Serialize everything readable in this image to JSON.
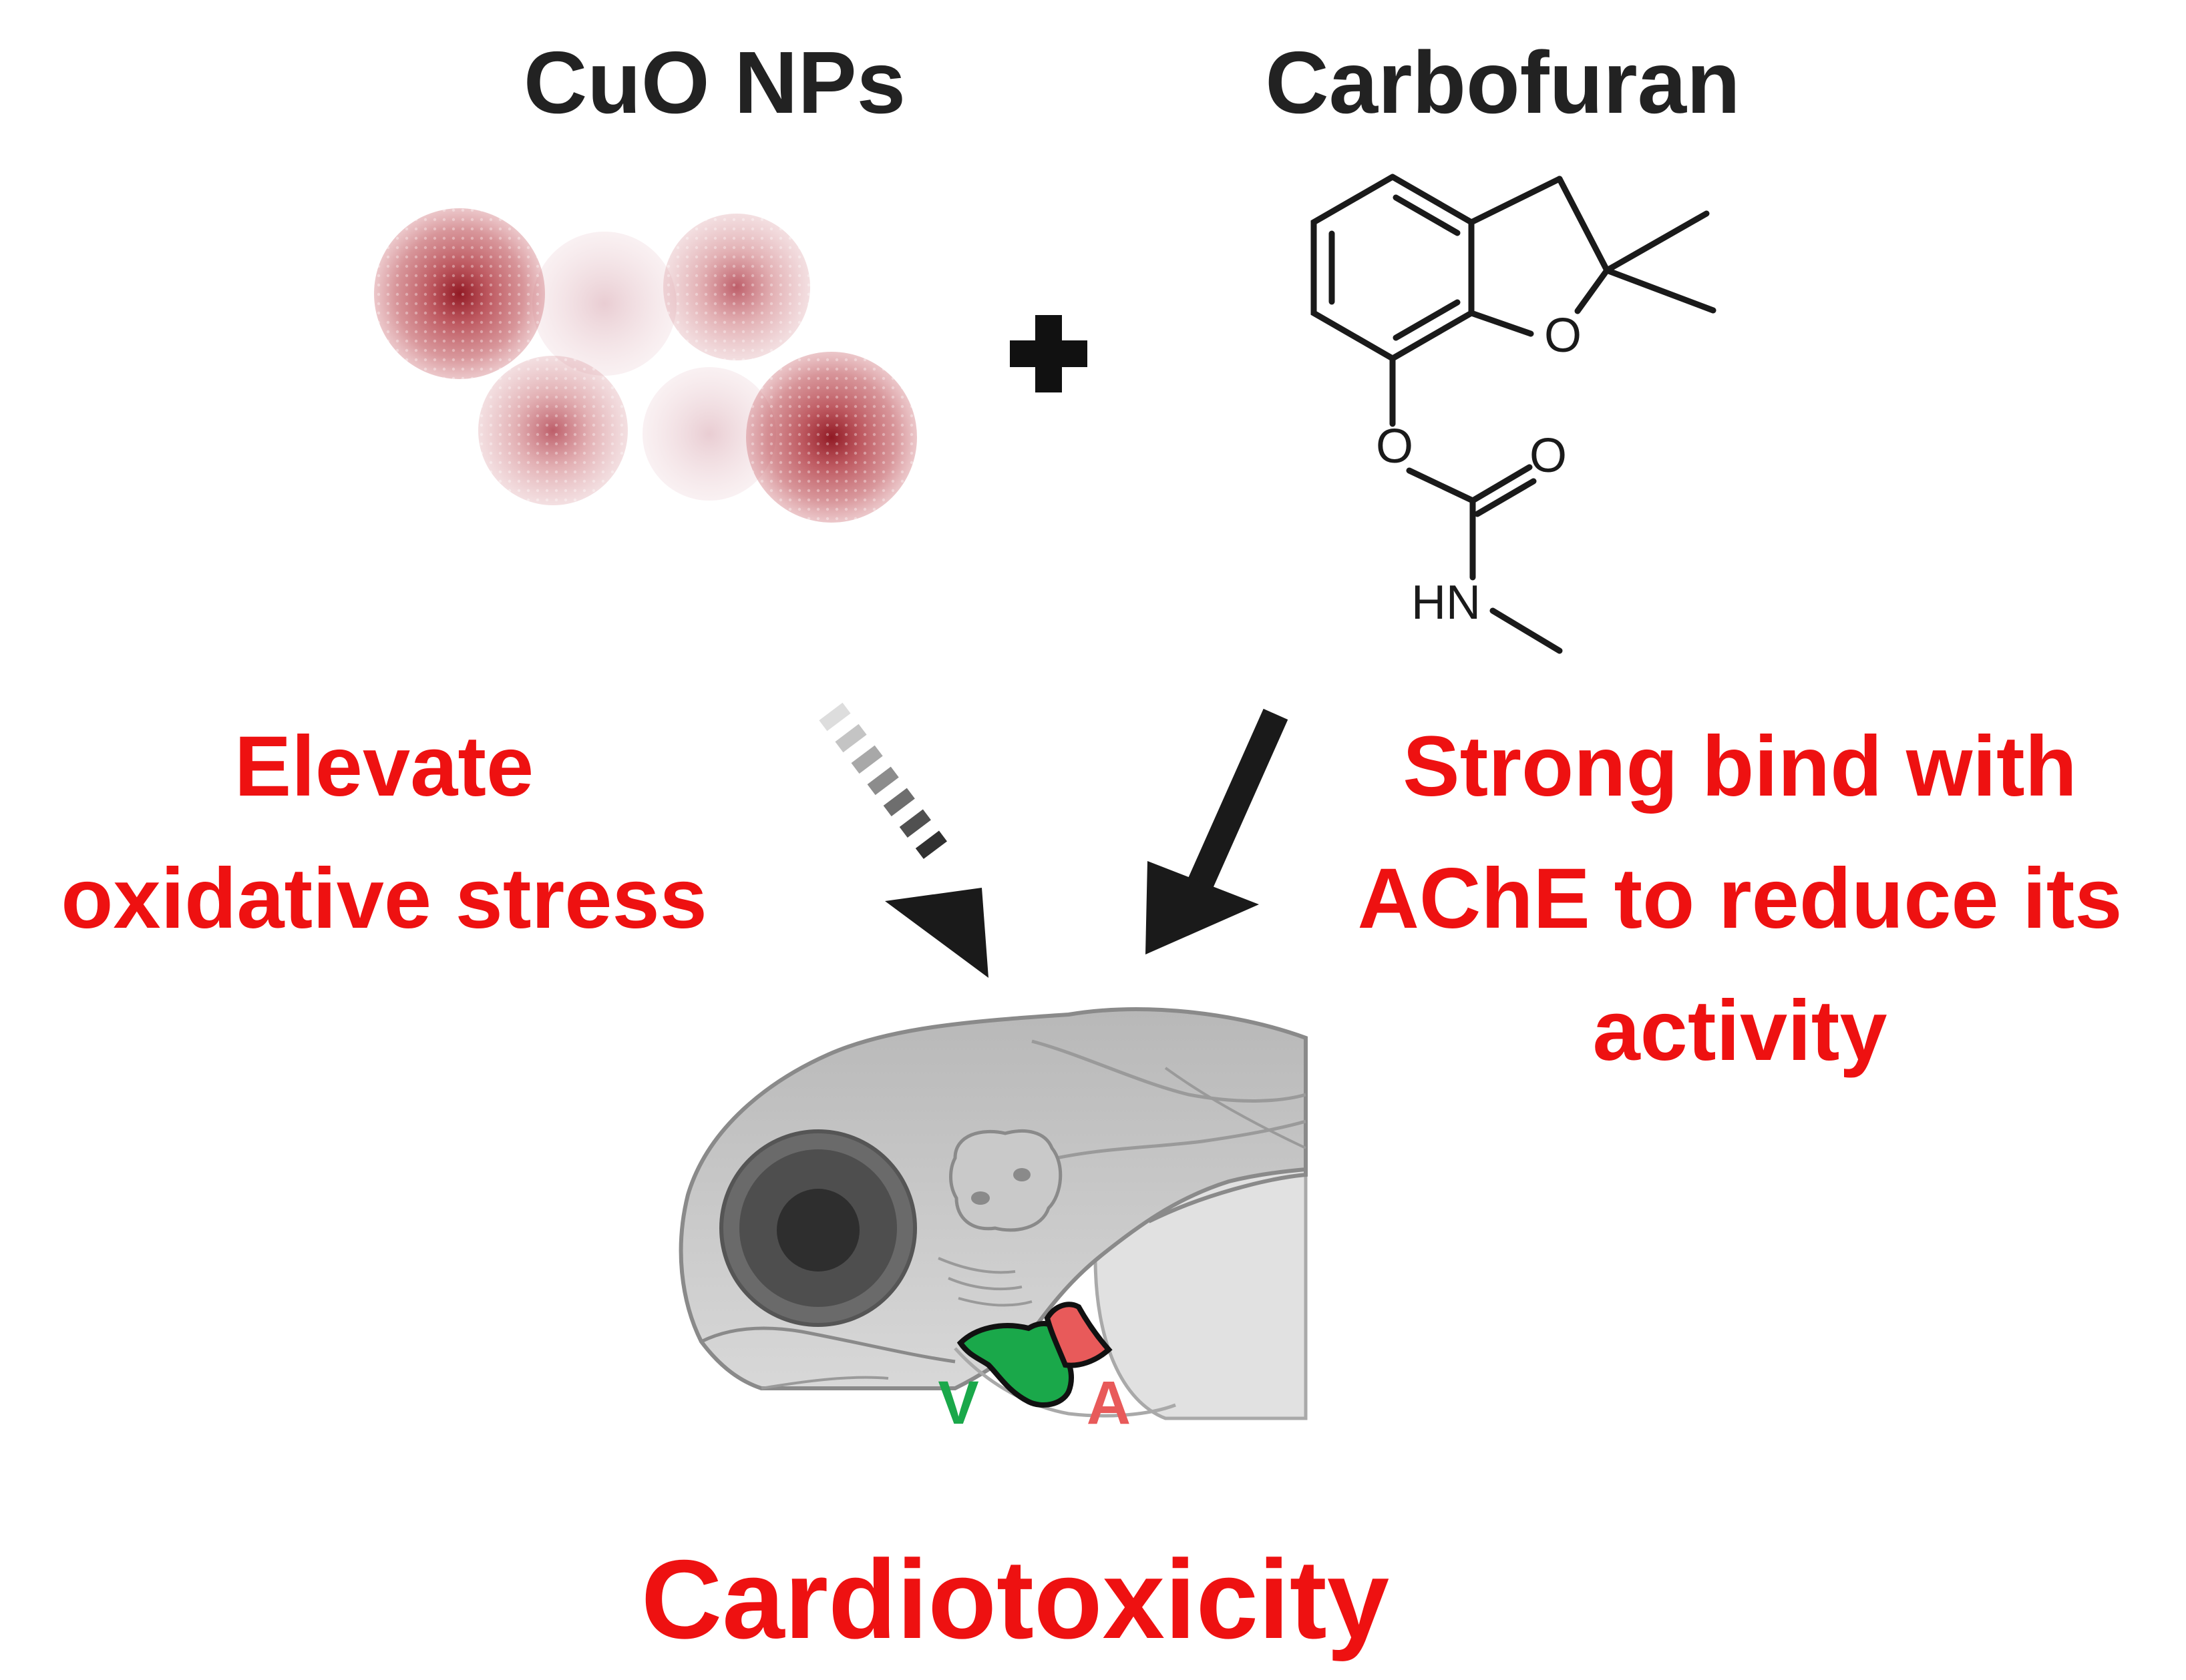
{
  "top": {
    "left_title": "CuO NPs",
    "right_title": "Carbofuran"
  },
  "molecule": {
    "atom_o_ring": "O",
    "atom_o_ester": "O",
    "atom_o_carbonyl": "O",
    "atom_hn": "HN"
  },
  "mechanisms": {
    "left_line1": "Elevate",
    "left_line2": "oxidative stress",
    "right_line1": "Strong bind with",
    "right_line2": "AChE to reduce its",
    "right_line3": "activity"
  },
  "heart": {
    "ventricle": "V",
    "atrium": "A"
  },
  "outcome": "Cardiotoxicity",
  "colors": {
    "emphasis": "#ee1111",
    "title": "#222222",
    "ventricle": "#1aa84a",
    "atrium": "#e85a5a",
    "nanoparticle": "#a01020"
  }
}
